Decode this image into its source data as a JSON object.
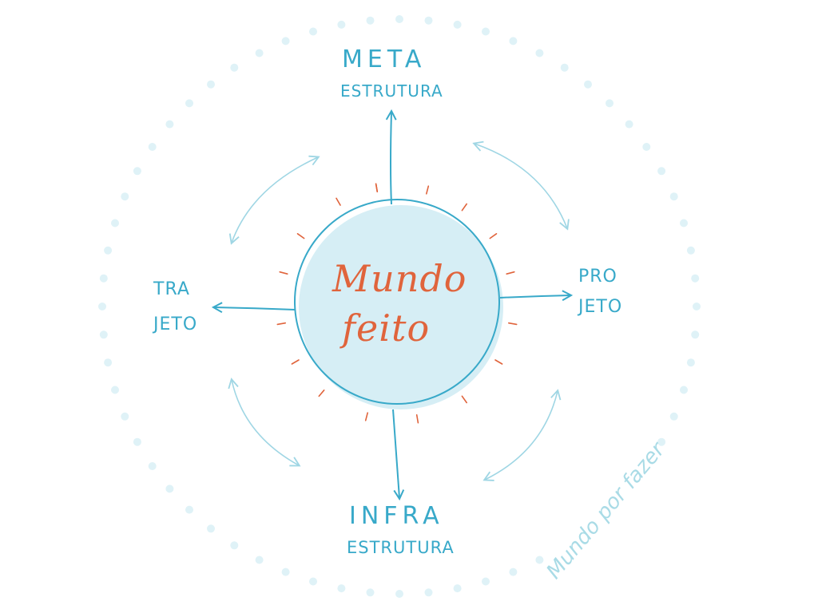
{
  "center": {
    "line1": "Mundo",
    "line2": "feito"
  },
  "top": {
    "line1": "META",
    "line2": "ESTRUTURA"
  },
  "bottom": {
    "line1": "INFRA",
    "line2": "ESTRUTURA"
  },
  "left": {
    "line1": "TRA",
    "line2": "JETO"
  },
  "right": {
    "line1": "PRO",
    "line2": "JETO"
  },
  "outer_label": "Mundo por fazer",
  "colors": {
    "line": "#38a9c9",
    "center_fill": "#d6eef5",
    "center_text": "#e0643c",
    "rays": "#e0643c",
    "dots": "#dff2f7",
    "light_arrows": "#9fd6e4"
  }
}
